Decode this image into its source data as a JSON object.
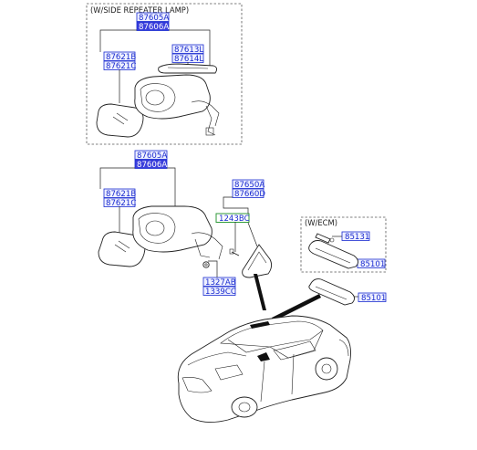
{
  "captions": {
    "side_repeater": "(W/SIDE REPEATER LAMP)",
    "ecm": "(W/ECM)"
  },
  "top_group": {
    "assy_a": "87605A",
    "assy_b": "87606A",
    "glass_a": "87621B",
    "glass_b": "87621C",
    "lamp_a": "87613L",
    "lamp_b": "87614L"
  },
  "mid_group": {
    "assy_a": "87605A",
    "assy_b": "87606A",
    "glass_a": "87621B",
    "glass_b": "87621C",
    "cover_a": "87650A",
    "cover_b": "87660D",
    "bolt": "1243BC",
    "nut_a": "1327AB",
    "nut_b": "1339CC"
  },
  "ecm_group": {
    "part_a": "85131",
    "part_b": "85101"
  },
  "inside_mirror": "85101",
  "colors": {
    "label_text": "#1a2bd0",
    "label_fill": "#eef0ff",
    "selected_fill": "#3b3fdc",
    "green_outline": "#2f9a3a"
  }
}
